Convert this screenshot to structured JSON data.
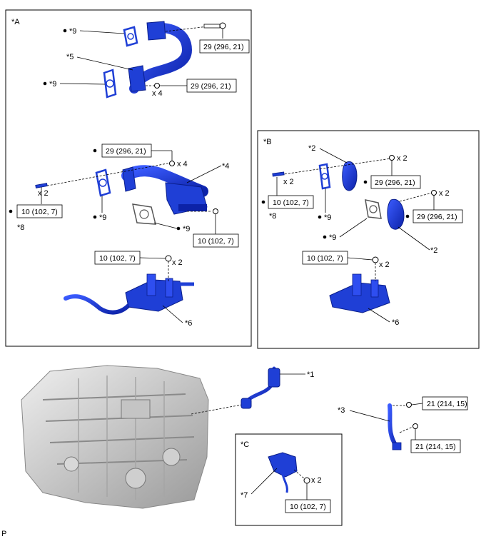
{
  "panels": {
    "a": {
      "tag": "*A"
    },
    "b": {
      "tag": "*B"
    },
    "c": {
      "tag": "*C"
    }
  },
  "torques": {
    "t29": "29 (296, 21)",
    "t10": "10 (102, 7)",
    "t21": "21 (214, 15)"
  },
  "parts": {
    "p1": "*1",
    "p2": "*2",
    "p3": "*3",
    "p4": "*4",
    "p5": "*5",
    "p6": "*6",
    "p7": "*7",
    "p8": "*8",
    "p9": "*9"
  },
  "qty": {
    "x2": "x 2",
    "x4": "x 4"
  },
  "footer": {
    "code": "P"
  },
  "colors": {
    "part_blue": "#1f3fd6",
    "part_dark": "#0a1e8a",
    "line": "#000000",
    "engine_gray": "#bdbdbd"
  }
}
